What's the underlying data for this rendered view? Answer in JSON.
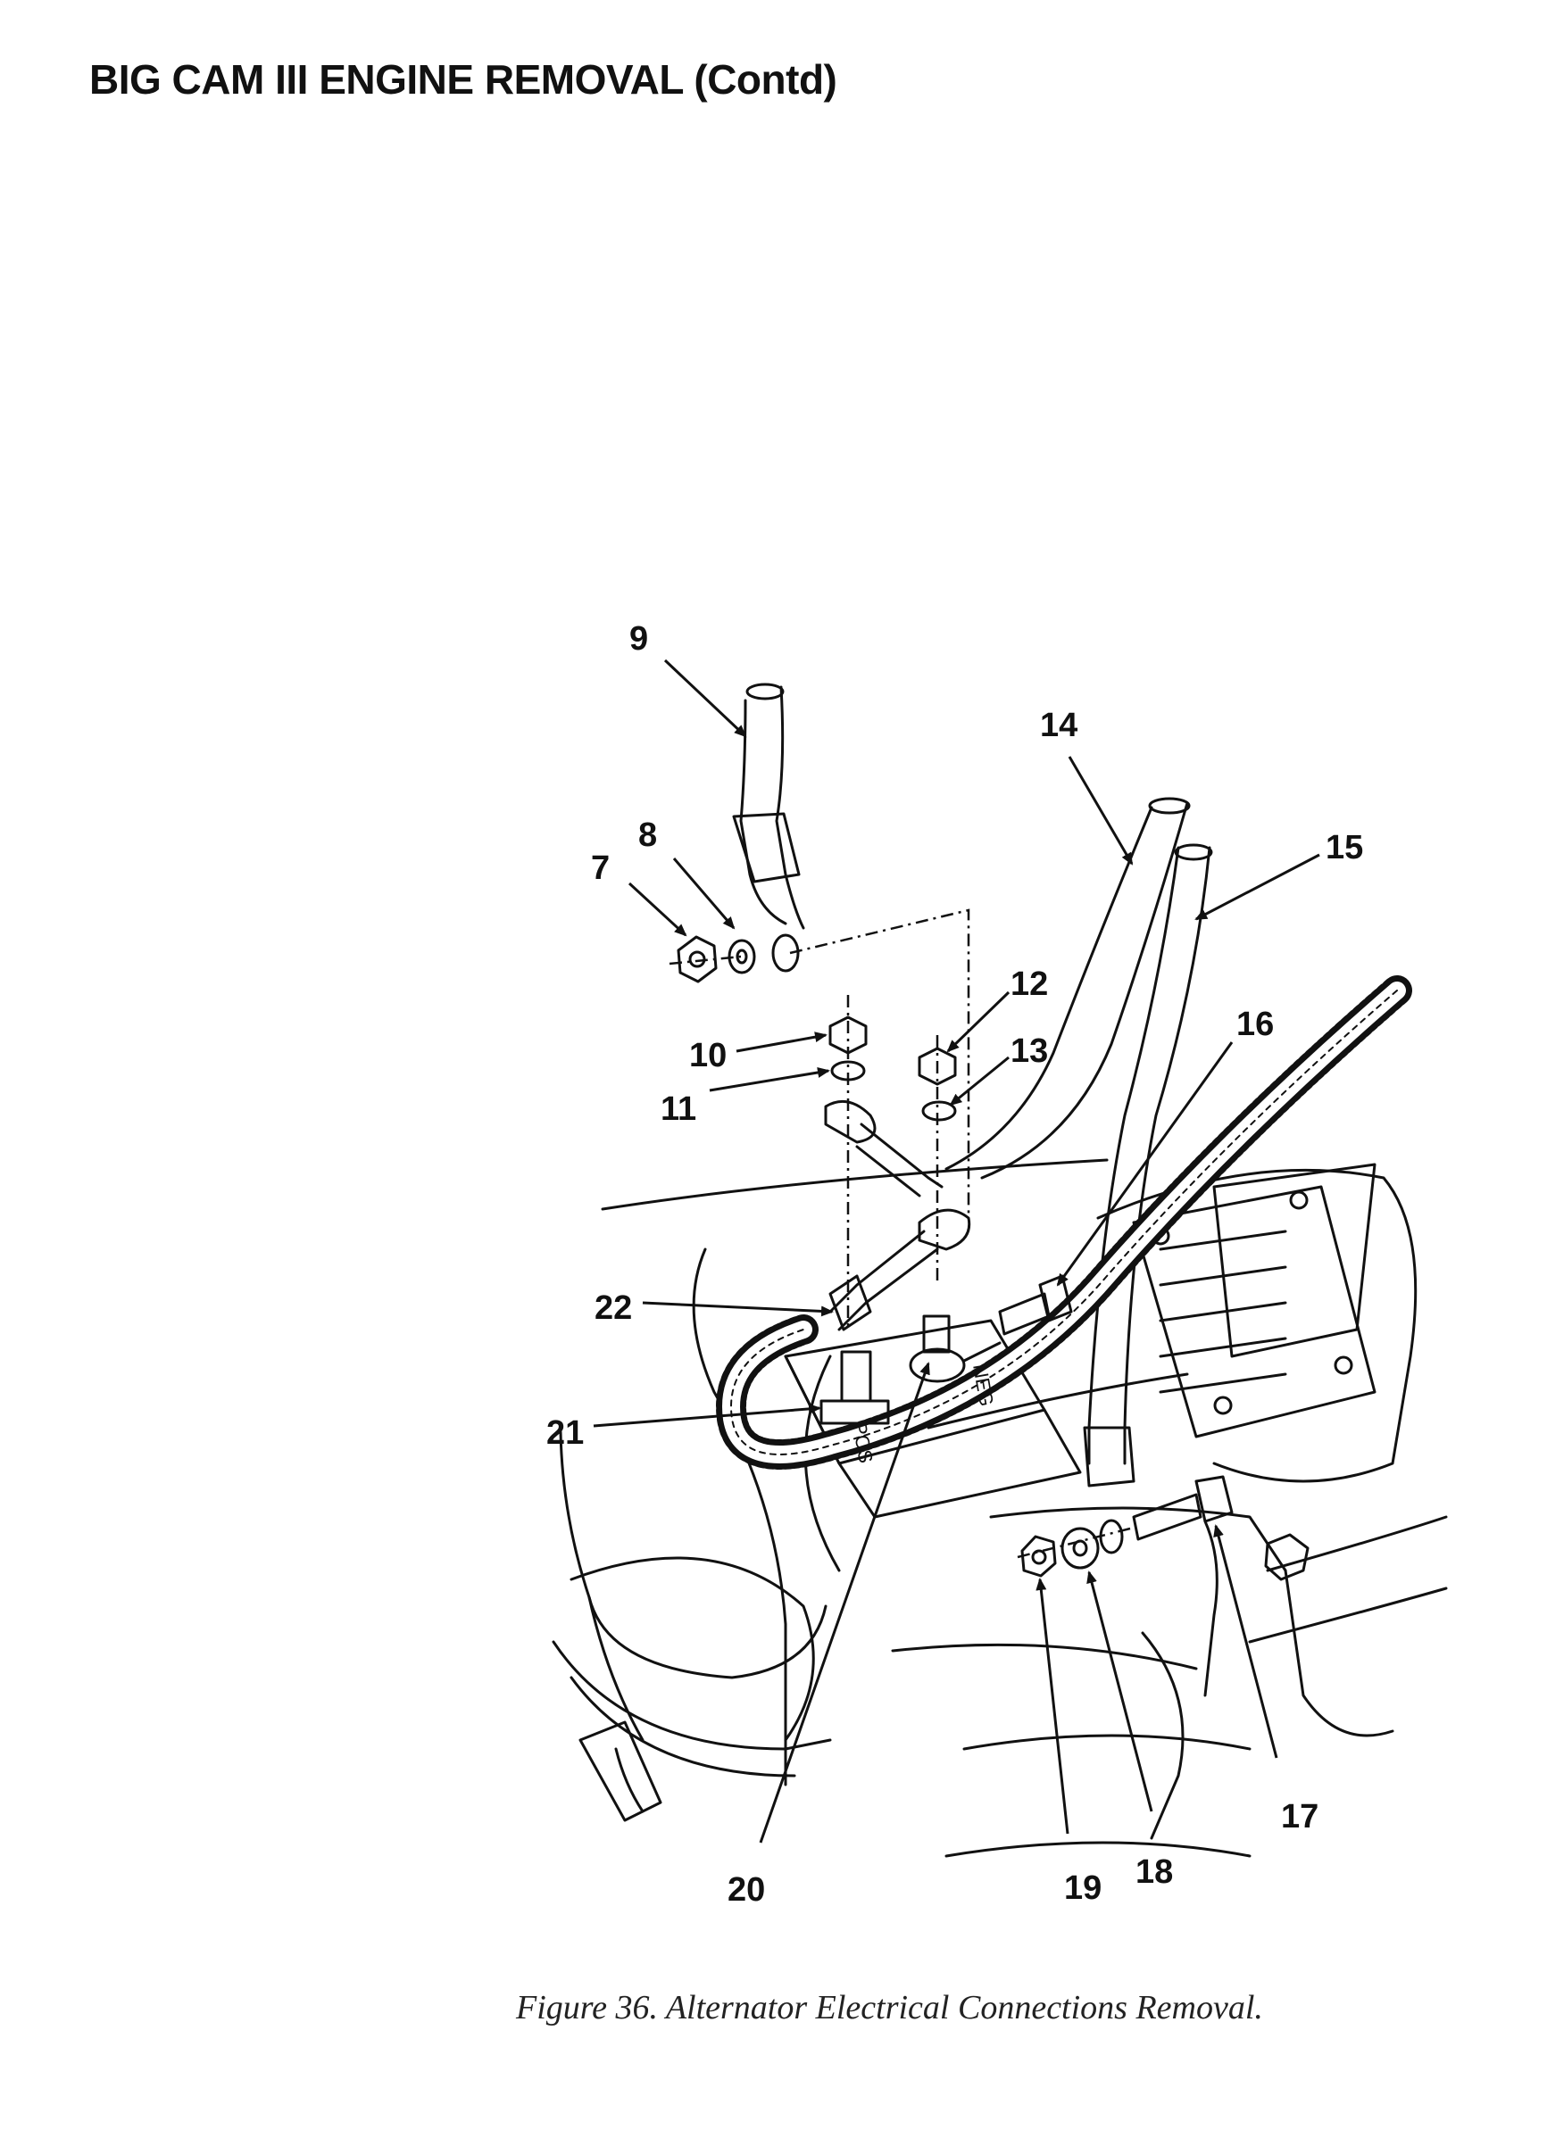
{
  "header": {
    "title": "BIG CAM III ENGINE REMOVAL (Contd)"
  },
  "figure": {
    "callouts": [
      "7",
      "8",
      "9",
      "10",
      "11",
      "12",
      "13",
      "14",
      "15",
      "16",
      "17",
      "18",
      "19",
      "20",
      "21",
      "22"
    ],
    "plate_labels": {
      "pos": "POS",
      "neg": "NEG"
    },
    "caption": "Figure 36.  Alternator Electrical Connections Removal."
  }
}
